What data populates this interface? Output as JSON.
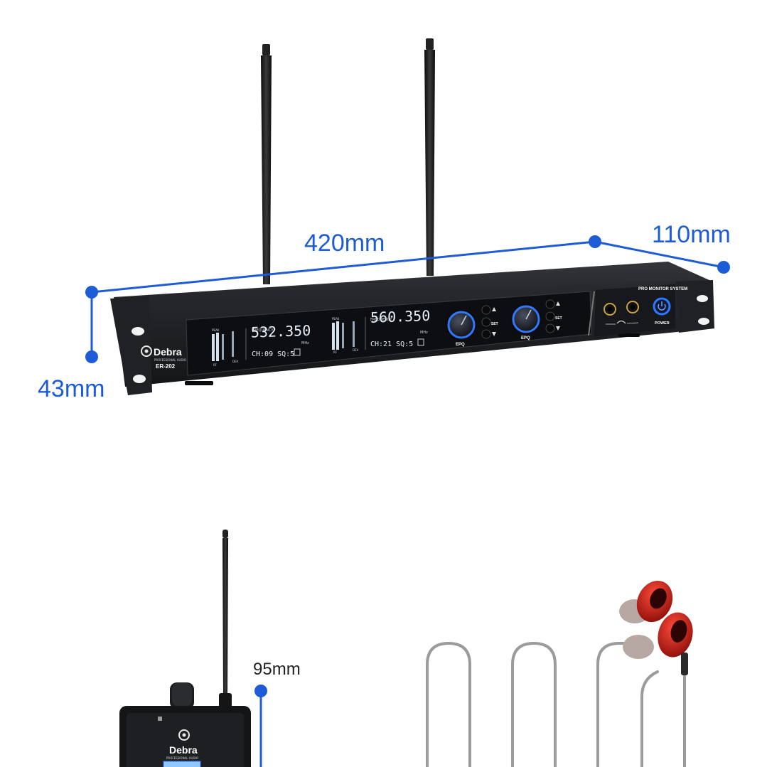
{
  "dimensions": {
    "width": "420mm",
    "depth": "110mm",
    "height": "43mm",
    "bodypack_height": "95mm"
  },
  "receiver": {
    "brand": "Debra",
    "brand_sub": "PROFESSIONAL AUDIO",
    "model": "ER-202",
    "system_label": "PRO MONITOR SYSTEM",
    "power_label": "POWER",
    "channel_a": {
      "freq_label": "FREQUENCY",
      "frequency": "532.350",
      "unit": "MHz",
      "status": "CH:09 SQ:5",
      "knob_label": "EPQ",
      "button_label": "SET"
    },
    "channel_b": {
      "freq_label": "FREQUENCY",
      "frequency": "560.350",
      "unit": "MHz",
      "status": "CH:21 SQ:5",
      "knob_label": "EPQ",
      "button_label": "SET"
    },
    "meter_labels": {
      "peak": "PEAK",
      "rf": "RF",
      "dev": "DEV"
    }
  },
  "bodypack": {
    "brand": "Debra",
    "brand_sub": "PROFESSIONAL AUDIO"
  },
  "colors": {
    "dimension_line": "#1e5bd6",
    "chassis": "#1b1c1f",
    "accent_blue": "#2f78ff",
    "earphone_red": "#c81e16"
  }
}
